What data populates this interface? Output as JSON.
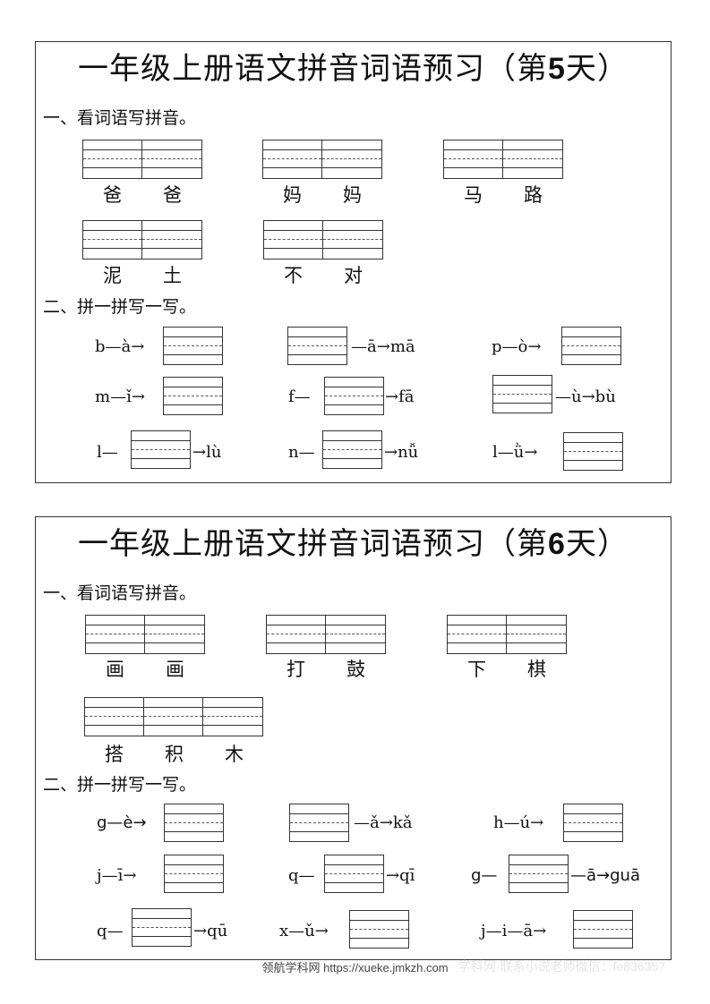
{
  "day5": {
    "title_pre": "一年级上册语文拼音词语预习（第",
    "title_num": "5",
    "title_post": "天）",
    "sec1": "一、看词语写拼音。",
    "words": [
      [
        "爸",
        "爸"
      ],
      [
        "妈",
        "妈"
      ],
      [
        "马",
        "路"
      ],
      [
        "泥",
        "土"
      ],
      [
        "不",
        "对"
      ]
    ],
    "sec2": "二、拼一拼写一写。",
    "pinyin": {
      "r1a": "b—à→",
      "r1b": "—ā→mā",
      "r1c": "p—ò→",
      "r2a": "m—ǐ→",
      "r2b_pre": "f—",
      "r2b_post": "→fā",
      "r2c": "—ù→bù",
      "r3a_pre": "l—",
      "r3a_post": "→lù",
      "r3b_pre": "n—",
      "r3b_post": "→nǚ",
      "r3c": "l—ǜ→"
    }
  },
  "day6": {
    "title_pre": "一年级上册语文拼音词语预习（第",
    "title_num": "6",
    "title_post": "天）",
    "sec1": "一、看词语写拼音。",
    "words": [
      [
        "画",
        "画"
      ],
      [
        "打",
        "鼓"
      ],
      [
        "下",
        "棋"
      ],
      [
        "搭",
        "积",
        "木"
      ]
    ],
    "sec2": "二、拼一拼写一写。",
    "pinyin": {
      "r1a": "g—è→",
      "r1b": "—ǎ→kǎ",
      "r1c": "h—ú→",
      "r2a": "j—ī→",
      "r2b_pre": "q—",
      "r2b_post": "→qī",
      "r2c_pre": "g—",
      "r2c_post": "—ā→guā",
      "r3a_pre": "q—",
      "r3a_post": "→qū",
      "r3b": "x—ǔ→",
      "r3c": "j—i—ā→"
    }
  },
  "footer": "领航学科网 https://xueke.jmkzh.com",
  "watermark": "学科网·联系小说老师微信：fe836357"
}
